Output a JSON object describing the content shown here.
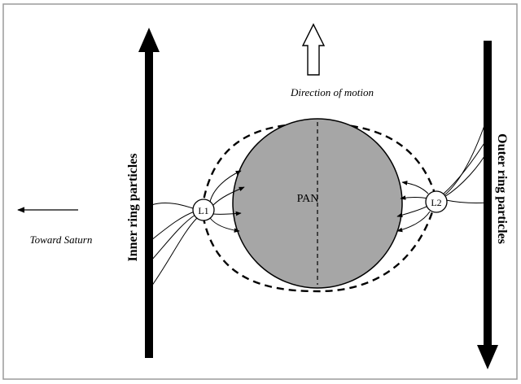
{
  "labels": {
    "center": "PAN",
    "direction": "Direction of motion",
    "toward": "Toward Saturn",
    "inner": "Inner ring particles",
    "outer": "Outer ring particles",
    "l1": "L1",
    "l2": "L2"
  },
  "colors": {
    "moon_fill": "#a6a6a6",
    "ink": "#000000",
    "frame": "#9a9a9a",
    "background": "#ffffff"
  }
}
